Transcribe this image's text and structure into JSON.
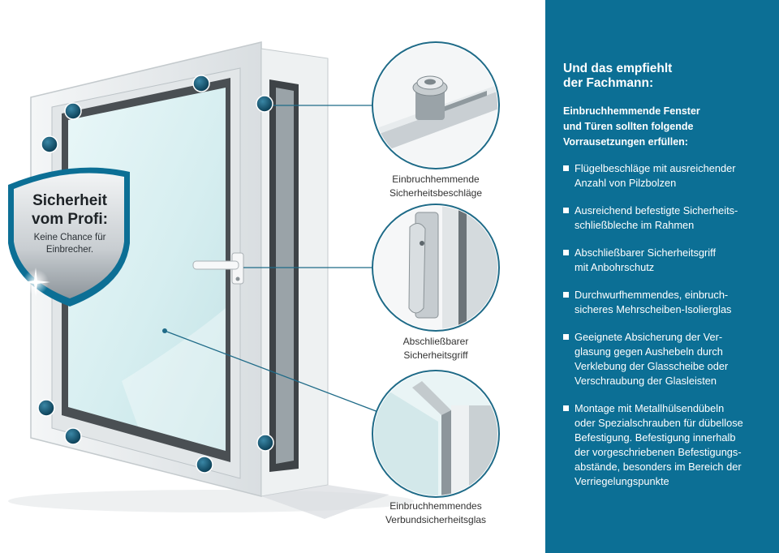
{
  "badge": {
    "title_lines": [
      "Sicherheit",
      "vom Profi:"
    ],
    "subtitle_lines": [
      "Keine Chance für",
      "Einbrecher."
    ]
  },
  "callouts": [
    {
      "caption_lines": [
        "Einbruchhemmende",
        "Sicherheitsbeschläge"
      ]
    },
    {
      "caption_lines": [
        "Abschließbarer",
        "Sicherheitsgriff"
      ]
    },
    {
      "caption_lines": [
        "Einbruchhemmendes",
        "Verbundsicherheitsglas"
      ]
    }
  ],
  "panel": {
    "heading_lines": [
      "Und das empfiehlt",
      "der Fachmann:"
    ],
    "intro_lines": [
      "Einbruchhemmende Fenster",
      "und Türen sollten folgende",
      "Vorrausetzungen erfüllen:"
    ],
    "items": [
      {
        "lines": [
          "Flügelbeschläge mit ausreichender",
          "Anzahl von Pilzbolzen"
        ]
      },
      {
        "lines": [
          "Ausreichend befestigte Sicherheits-",
          "schließbleche im Rahmen"
        ]
      },
      {
        "lines": [
          "Abschließbarer Sicherheitsgriff",
          "mit Anbohrschutz"
        ]
      },
      {
        "lines": [
          "Durchwurfhemmendes, einbruch-",
          "sicheres Mehrscheiben-Isolierglas"
        ]
      },
      {
        "lines": [
          "Geeignete Absicherung der Ver-",
          "glasung gegen Aushebeln durch",
          "Verklebung der Glasscheibe oder",
          "Verschraubung der Glasleisten"
        ]
      },
      {
        "lines": [
          "Montage mit Metallhülsendübeln",
          "oder Spezialschrauben für dübellose",
          "Befestigung. Befestigung innerhalb",
          "der vorgeschriebenen Befestigungs-",
          "abstände, besonders im Bereich der",
          "Verriegelungspunkte"
        ]
      }
    ]
  },
  "colors": {
    "panel_background": "#0c6f95",
    "marker_dot": "#0d4b63",
    "callout_line": "#1f6b88"
  }
}
